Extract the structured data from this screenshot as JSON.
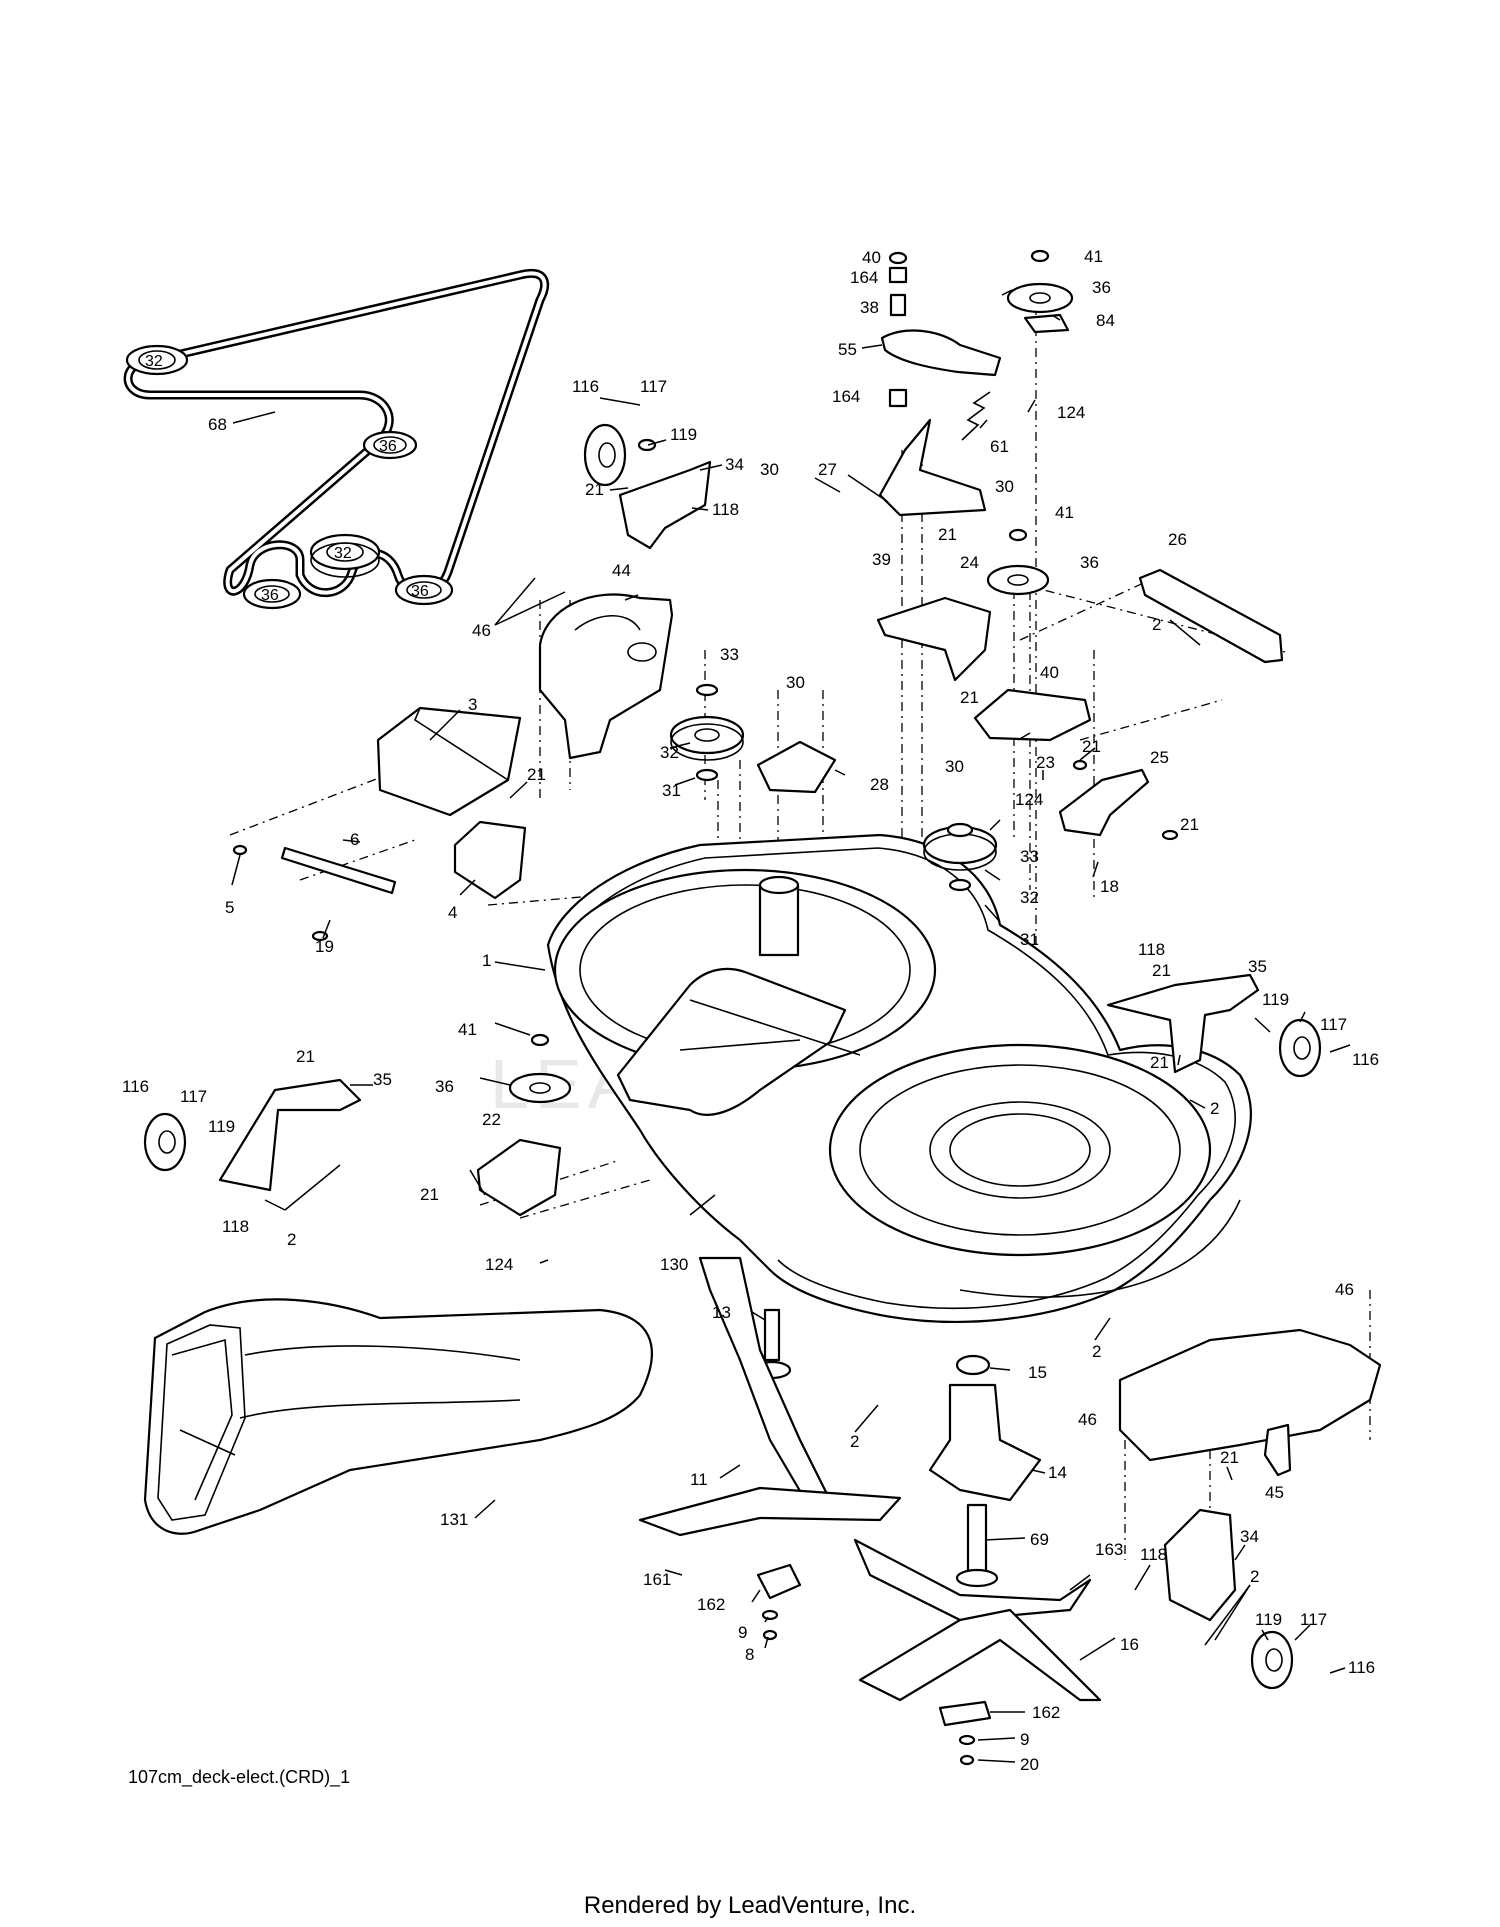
{
  "diagram": {
    "caption": "107cm_deck-elect.(CRD)_1",
    "footer": "Rendered by LeadVenture, Inc.",
    "watermark": "LEADVENTURE"
  },
  "belt_pulleys": [
    {
      "id": "p32a",
      "label": "32"
    },
    {
      "id": "p36a",
      "label": "36"
    },
    {
      "id": "p32b",
      "label": "32"
    },
    {
      "id": "p36b",
      "label": "36"
    },
    {
      "id": "p36c",
      "label": "36"
    }
  ],
  "callouts": [
    {
      "id": "c68",
      "text": "68"
    },
    {
      "id": "c116a",
      "text": "116"
    },
    {
      "id": "c117a",
      "text": "117"
    },
    {
      "id": "c119a",
      "text": "119"
    },
    {
      "id": "c34a",
      "text": "34"
    },
    {
      "id": "c21a",
      "text": "21"
    },
    {
      "id": "c118a",
      "text": "118"
    },
    {
      "id": "c46a",
      "text": "46"
    },
    {
      "id": "c44",
      "text": "44"
    },
    {
      "id": "c3",
      "text": "3"
    },
    {
      "id": "c21b",
      "text": "21"
    },
    {
      "id": "c6",
      "text": "6"
    },
    {
      "id": "c5",
      "text": "5"
    },
    {
      "id": "c4",
      "text": "4"
    },
    {
      "id": "c19",
      "text": "19"
    },
    {
      "id": "c33a",
      "text": "33"
    },
    {
      "id": "c30a",
      "text": "30"
    },
    {
      "id": "c32a",
      "text": "32"
    },
    {
      "id": "c31a",
      "text": "31"
    },
    {
      "id": "c28",
      "text": "28"
    },
    {
      "id": "c1",
      "text": "1"
    },
    {
      "id": "c40a",
      "text": "40"
    },
    {
      "id": "c164a",
      "text": "164"
    },
    {
      "id": "c38",
      "text": "38"
    },
    {
      "id": "c55",
      "text": "55"
    },
    {
      "id": "c164b",
      "text": "164"
    },
    {
      "id": "c41a",
      "text": "41"
    },
    {
      "id": "c36a",
      "text": "36"
    },
    {
      "id": "c84",
      "text": "84"
    },
    {
      "id": "c124a",
      "text": "124"
    },
    {
      "id": "c61",
      "text": "61"
    },
    {
      "id": "c30b",
      "text": "30"
    },
    {
      "id": "c27",
      "text": "27"
    },
    {
      "id": "c30c",
      "text": "30"
    },
    {
      "id": "c39",
      "text": "39"
    },
    {
      "id": "c21c",
      "text": "21"
    },
    {
      "id": "c41b",
      "text": "41"
    },
    {
      "id": "c36b",
      "text": "36"
    },
    {
      "id": "c24",
      "text": "24"
    },
    {
      "id": "c26",
      "text": "26"
    },
    {
      "id": "c2a",
      "text": "2"
    },
    {
      "id": "c40b",
      "text": "40"
    },
    {
      "id": "c21d",
      "text": "21"
    },
    {
      "id": "c23",
      "text": "23"
    },
    {
      "id": "c21e",
      "text": "21"
    },
    {
      "id": "c25",
      "text": "25"
    },
    {
      "id": "c21f",
      "text": "21"
    },
    {
      "id": "c30d",
      "text": "30"
    },
    {
      "id": "c124b",
      "text": "124"
    },
    {
      "id": "c33b",
      "text": "33"
    },
    {
      "id": "c18",
      "text": "18"
    },
    {
      "id": "c32b",
      "text": "32"
    },
    {
      "id": "c31b",
      "text": "31"
    },
    {
      "id": "c118b",
      "text": "118"
    },
    {
      "id": "c21g",
      "text": "21"
    },
    {
      "id": "c35a",
      "text": "35"
    },
    {
      "id": "c119b",
      "text": "119"
    },
    {
      "id": "c117b",
      "text": "117"
    },
    {
      "id": "c116b",
      "text": "116"
    },
    {
      "id": "c21h",
      "text": "21"
    },
    {
      "id": "c2b",
      "text": "2"
    },
    {
      "id": "c41c",
      "text": "41"
    },
    {
      "id": "c36c",
      "text": "36"
    },
    {
      "id": "c22",
      "text": "22"
    },
    {
      "id": "c21i",
      "text": "21"
    },
    {
      "id": "c124c",
      "text": "124"
    },
    {
      "id": "c130",
      "text": "130"
    },
    {
      "id": "c116c",
      "text": "116"
    },
    {
      "id": "c117c",
      "text": "117"
    },
    {
      "id": "c119c",
      "text": "119"
    },
    {
      "id": "c21j",
      "text": "21"
    },
    {
      "id": "c35b",
      "text": "35"
    },
    {
      "id": "c118c",
      "text": "118"
    },
    {
      "id": "c2c",
      "text": "2"
    },
    {
      "id": "c13",
      "text": "13"
    },
    {
      "id": "c15",
      "text": "15"
    },
    {
      "id": "c2d",
      "text": "2"
    },
    {
      "id": "c46b",
      "text": "46"
    },
    {
      "id": "c46c",
      "text": "46"
    },
    {
      "id": "c45",
      "text": "45"
    },
    {
      "id": "c2e",
      "text": "2"
    },
    {
      "id": "c14",
      "text": "14"
    },
    {
      "id": "c11",
      "text": "11"
    },
    {
      "id": "c131",
      "text": "131"
    },
    {
      "id": "c161",
      "text": "161"
    },
    {
      "id": "c69",
      "text": "69"
    },
    {
      "id": "c163",
      "text": "163"
    },
    {
      "id": "c162a",
      "text": "162"
    },
    {
      "id": "c9a",
      "text": "9"
    },
    {
      "id": "c8",
      "text": "8"
    },
    {
      "id": "c16",
      "text": "16"
    },
    {
      "id": "c162b",
      "text": "162"
    },
    {
      "id": "c9b",
      "text": "9"
    },
    {
      "id": "c20",
      "text": "20"
    },
    {
      "id": "c21k",
      "text": "21"
    },
    {
      "id": "c34b",
      "text": "34"
    },
    {
      "id": "c118d",
      "text": "118"
    },
    {
      "id": "c2f",
      "text": "2"
    },
    {
      "id": "c119d",
      "text": "119"
    },
    {
      "id": "c117d",
      "text": "117"
    },
    {
      "id": "c116d",
      "text": "116"
    }
  ]
}
